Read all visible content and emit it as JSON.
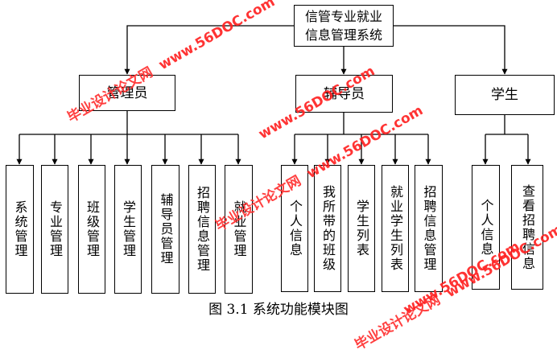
{
  "root": {
    "label_lines": [
      "信管专业就业",
      "信息管理系统"
    ]
  },
  "roles": [
    {
      "label": "管理员",
      "modules": [
        [
          "系统管理"
        ],
        [
          "专业管理"
        ],
        [
          "班级管理"
        ],
        [
          "学生管理"
        ],
        [
          "辅导员管理"
        ],
        [
          "招聘信息管理"
        ],
        [
          "就业管理"
        ]
      ]
    },
    {
      "label": "辅导员",
      "modules": [
        [
          "个人信息"
        ],
        [
          "我所带的班级"
        ],
        [
          "学生列表"
        ],
        [
          "就业学生列表"
        ],
        [
          "招聘信息管理"
        ]
      ]
    },
    {
      "label": "学生",
      "modules": [
        [
          "个人信息"
        ],
        [
          "查看招聘信息"
        ]
      ]
    }
  ],
  "caption": "图 3.1 系统功能模块图",
  "watermark": {
    "cn": "毕业设计论文网",
    "url": "www.56DOC.com",
    "url_lower": "www.56doc.com"
  }
}
